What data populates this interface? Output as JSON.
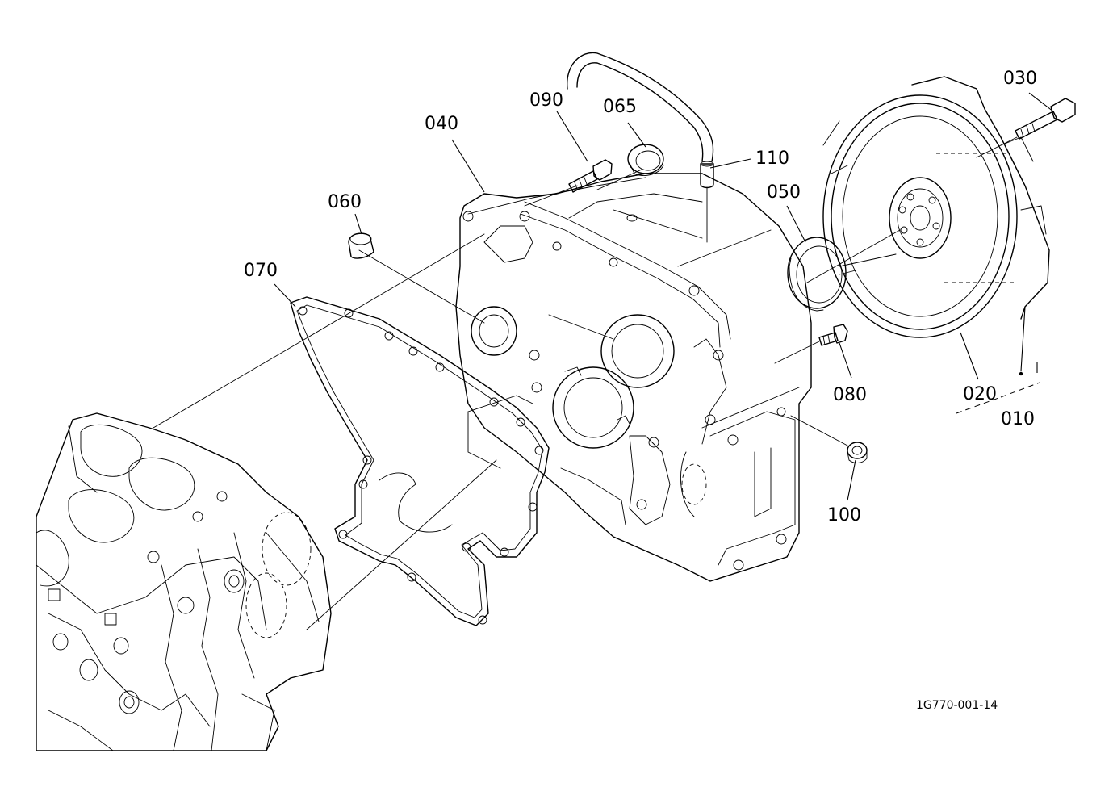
{
  "diagram": {
    "part_labels": [
      {
        "id": "030",
        "text": "030"
      },
      {
        "id": "090",
        "text": "090"
      },
      {
        "id": "065",
        "text": "065"
      },
      {
        "id": "040",
        "text": "040"
      },
      {
        "id": "110",
        "text": "110"
      },
      {
        "id": "060",
        "text": "060"
      },
      {
        "id": "050",
        "text": "050"
      },
      {
        "id": "070",
        "text": "070"
      },
      {
        "id": "080",
        "text": "080"
      },
      {
        "id": "020",
        "text": "020"
      },
      {
        "id": "010",
        "text": "010"
      },
      {
        "id": "100",
        "text": "100"
      }
    ],
    "drawing_number": "1G770-001-14"
  }
}
